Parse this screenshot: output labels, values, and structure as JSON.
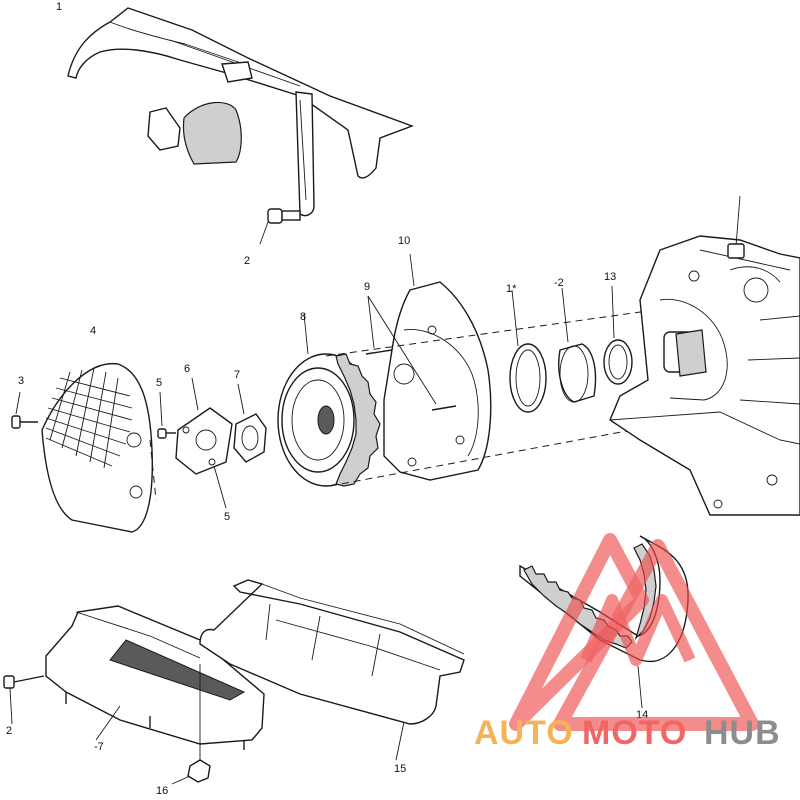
{
  "diagram": {
    "type": "exploded-parts-diagram",
    "callouts": [
      {
        "id": "c1",
        "text": "1"
      },
      {
        "id": "c2a",
        "text": "2"
      },
      {
        "id": "c3",
        "text": "3"
      },
      {
        "id": "c4",
        "text": "4"
      },
      {
        "id": "c5",
        "text": "5"
      },
      {
        "id": "c6",
        "text": "6"
      },
      {
        "id": "c7",
        "text": "7"
      },
      {
        "id": "c8",
        "text": "8"
      },
      {
        "id": "c9",
        "text": "9"
      },
      {
        "id": "c10",
        "text": "10"
      },
      {
        "id": "c11",
        "text": "1*"
      },
      {
        "id": "c12",
        "text": "-2"
      },
      {
        "id": "c13",
        "text": "13"
      },
      {
        "id": "c5b",
        "text": "5"
      },
      {
        "id": "c14",
        "text": "14"
      },
      {
        "id": "c15",
        "text": "15"
      },
      {
        "id": "c16",
        "text": "16"
      },
      {
        "id": "c17",
        "text": "-7"
      },
      {
        "id": "c2b",
        "text": "2"
      }
    ]
  },
  "watermark": {
    "text_part1": "AUTO",
    "text_part2": "MOTO",
    "text_part3": "HUB",
    "color_red": "#ef4b4b",
    "color_orange": "#f2a63a",
    "color_gray": "#7a7a7a",
    "icon": "triangle-logo-icon"
  }
}
